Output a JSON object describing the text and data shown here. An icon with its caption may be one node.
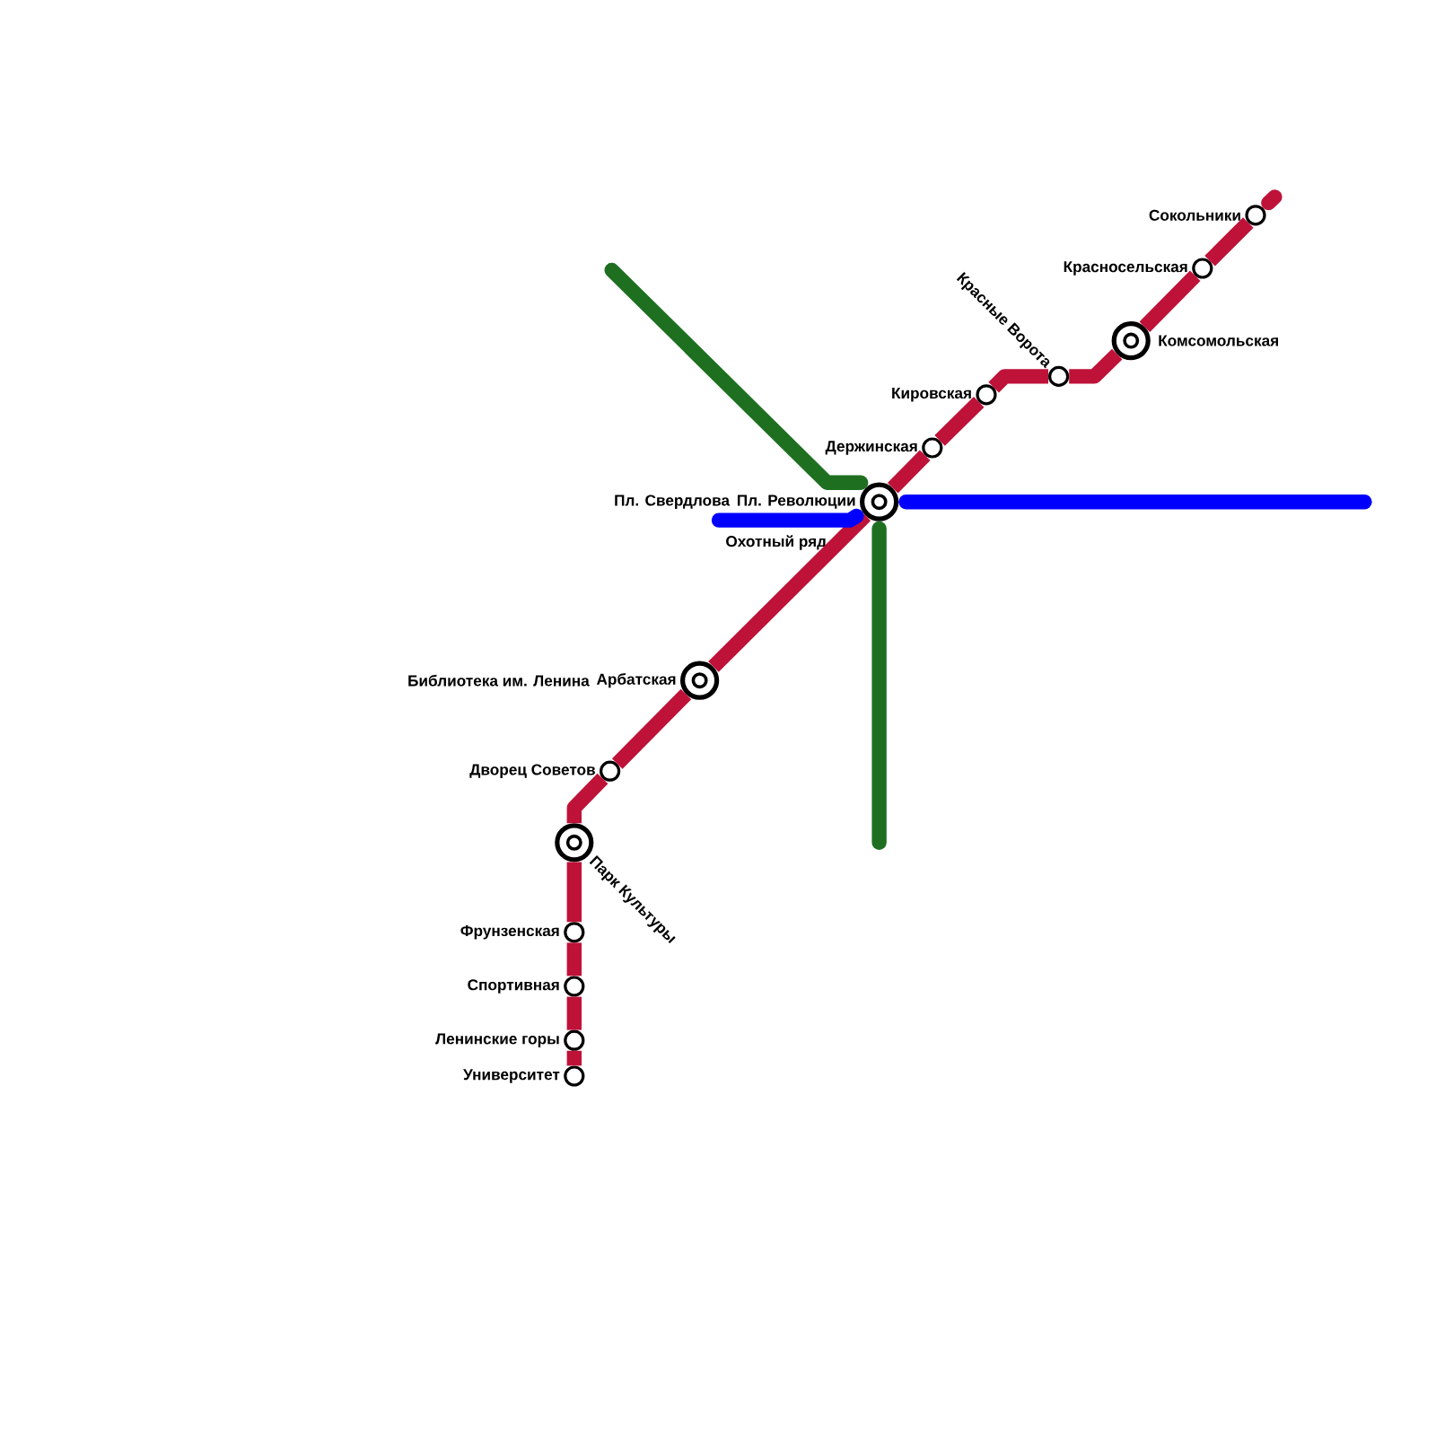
{
  "diagram": {
    "nodes": [
      {
        "text": [
          "Сокольники"
        ]
      },
      {
        "text": [
          "Красносельская"
        ]
      },
      {
        "text": [
          "Комсомольская"
        ]
      },
      {
        "text": [
          "Красные Ворота"
        ]
      },
      {
        "text": [
          "Кировская"
        ]
      },
      {
        "text": [
          "Держинская"
        ]
      },
      {
        "text": [
          "Пл. Свердлова",
          "Пл. Революции",
          "Охотный ряд"
        ]
      },
      {
        "text": [
          "Библиотека им. Ленина",
          "Арбатская"
        ]
      },
      {
        "text": [
          "Дворец Советов"
        ]
      },
      {
        "text": [
          "Парк Культуры"
        ]
      },
      {
        "text": [
          "Фрунзенская"
        ]
      },
      {
        "text": [
          "Спортивная"
        ]
      },
      {
        "text": [
          "Ленинские горы"
        ]
      },
      {
        "text": [
          "Университет"
        ]
      }
    ],
    "edges": [
      {
        "from": 13,
        "to": 12,
        "arrow": "none"
      },
      {
        "from": 12,
        "to": 11,
        "arrow": "none"
      },
      {
        "from": 11,
        "to": 10,
        "arrow": "none"
      },
      {
        "from": 10,
        "to": 9,
        "arrow": "none"
      },
      {
        "from": 9,
        "to": 8,
        "arrow": "none"
      },
      {
        "from": 8,
        "to": 7,
        "arrow": "none"
      },
      {
        "from": 7,
        "to": 6,
        "arrow": "none"
      },
      {
        "from": 6,
        "to": 5,
        "arrow": "none"
      },
      {
        "from": 5,
        "to": 4,
        "arrow": "none"
      },
      {
        "from": 4,
        "to": 3,
        "arrow": "none"
      },
      {
        "from": 3,
        "to": 2,
        "arrow": "none"
      },
      {
        "from": 2,
        "to": 1,
        "arrow": "none"
      },
      {
        "from": 1,
        "to": 0,
        "arrow": "none"
      },
      {
        "from": 0,
        "to": null,
        "arrow": "none"
      },
      {
        "from": null,
        "to": 6,
        "arrow": "none",
        "color": "#1e7020"
      },
      {
        "from": 6,
        "to": null,
        "arrow": "none",
        "color": "#1e7020"
      },
      {
        "from": null,
        "to": 6,
        "arrow": "none",
        "color": "#0000ff"
      },
      {
        "from": 6,
        "to": null,
        "arrow": "none",
        "color": "#0000ff"
      }
    ]
  }
}
